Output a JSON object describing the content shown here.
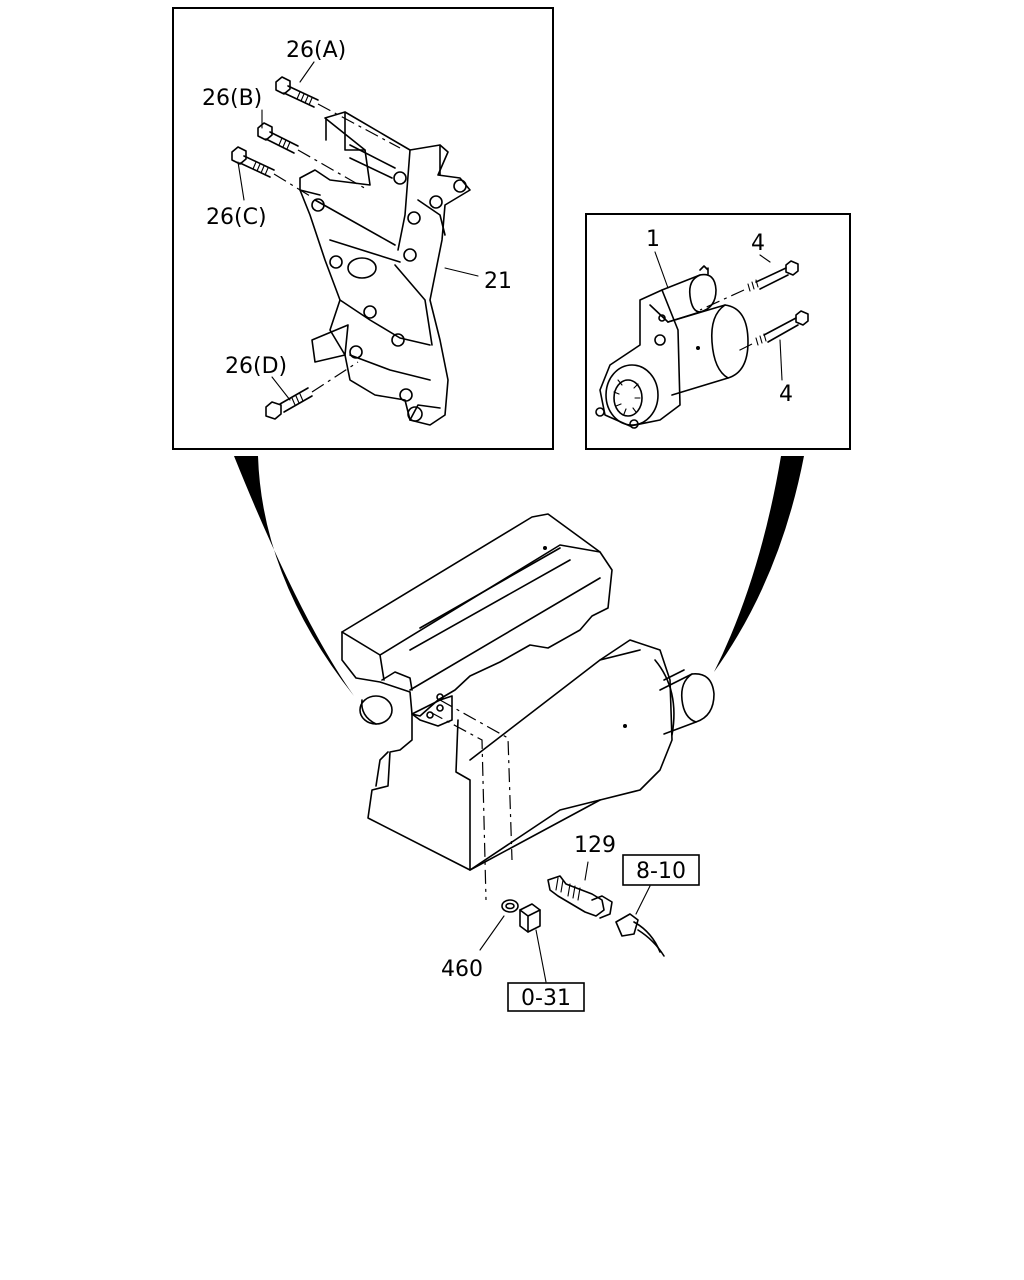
{
  "callouts": {
    "bolt_a": "26(A)",
    "bolt_b": "26(B)",
    "bolt_c": "26(C)",
    "bolt_d": "26(D)",
    "bracket": "21",
    "starter": "1",
    "starter_bolt_top": "4",
    "starter_bolt_bottom": "4",
    "sensor": "129",
    "washer": "460"
  },
  "references": {
    "connector_ref": "8-10",
    "plug_ref": "0-31"
  }
}
